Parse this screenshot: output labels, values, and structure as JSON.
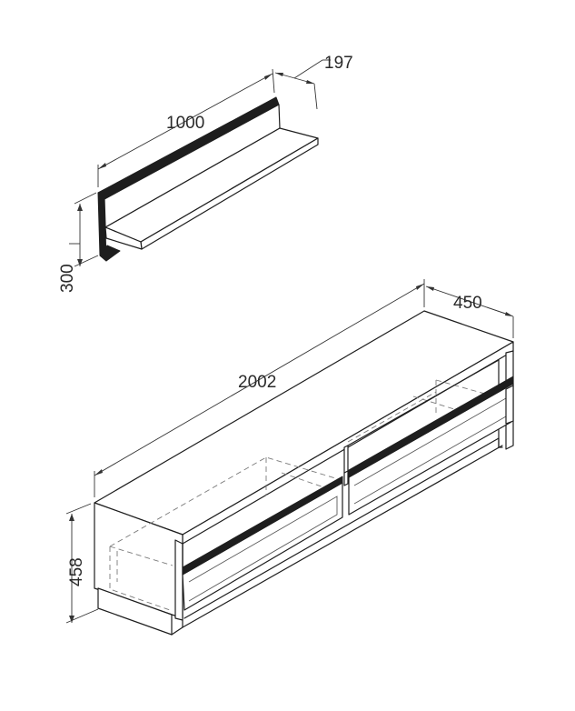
{
  "shelf": {
    "width_label": "1000",
    "depth_label": "197",
    "height_label": "300"
  },
  "tv_unit": {
    "width_label": "2002",
    "depth_label": "450",
    "height_label": "458"
  },
  "colors": {
    "line": "#1e1e1e",
    "hidden_line": "#7a7a7a",
    "background": "#ffffff"
  }
}
